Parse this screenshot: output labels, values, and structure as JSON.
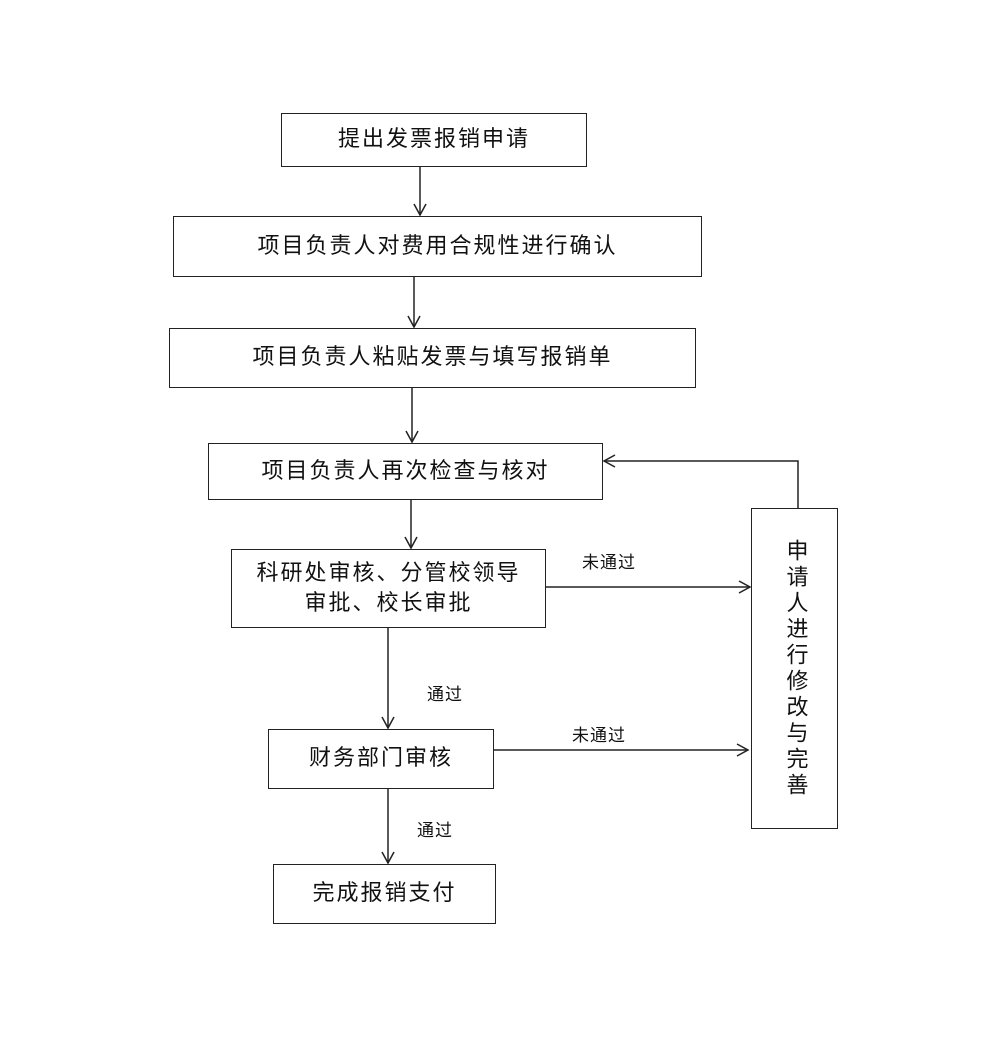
{
  "steps": {
    "submit": "提出发票报销申请",
    "confirm": "项目负责人对费用合规性进行确认",
    "paste": "项目负责人粘贴发票与填写报销单",
    "recheck": "项目负责人再次检查与核对",
    "review_line1": "科研处审核、分管校领导",
    "review_line2": "审批、校长审批",
    "finance": "财务部门审核",
    "pay": "完成报销支付",
    "revise": "申请人进行修改与完善"
  },
  "edge_labels": {
    "review_pass": "通过",
    "finance_pass": "通过",
    "review_fail": "未通过",
    "finance_fail": "未通过"
  }
}
